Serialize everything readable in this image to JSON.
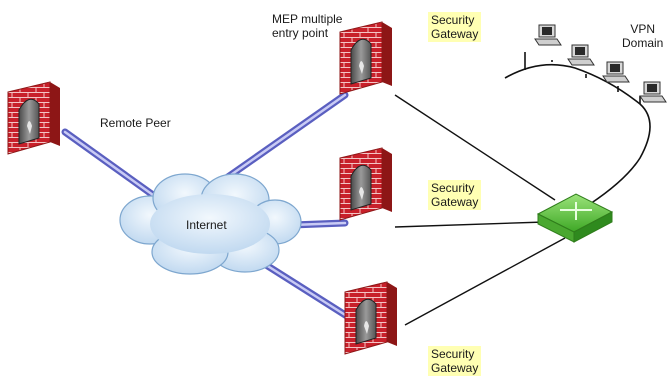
{
  "labels": {
    "remote_peer": "Remote Peer",
    "mep_line1": "MEP multiple",
    "mep_line2": "entry point",
    "internet": "Internet",
    "vpn_line1": "VPN",
    "vpn_line2": "Domain",
    "gateways": [
      {
        "line1": "Security",
        "line2": "Gateway"
      },
      {
        "line1": "Security",
        "line2": "Gateway"
      },
      {
        "line1": "Security",
        "line2": "Gateway"
      }
    ]
  },
  "colors": {
    "brick": "#c8202a",
    "mortar": "#f2b8b8",
    "tunnel": "#8b8fd8",
    "cloud": "#cfe3f5",
    "switch": "#6fd04a",
    "label_highlight": "#ffffb3"
  },
  "icons": [
    "firewall-icon",
    "cloud-icon",
    "switch-icon",
    "computer-icon"
  ]
}
